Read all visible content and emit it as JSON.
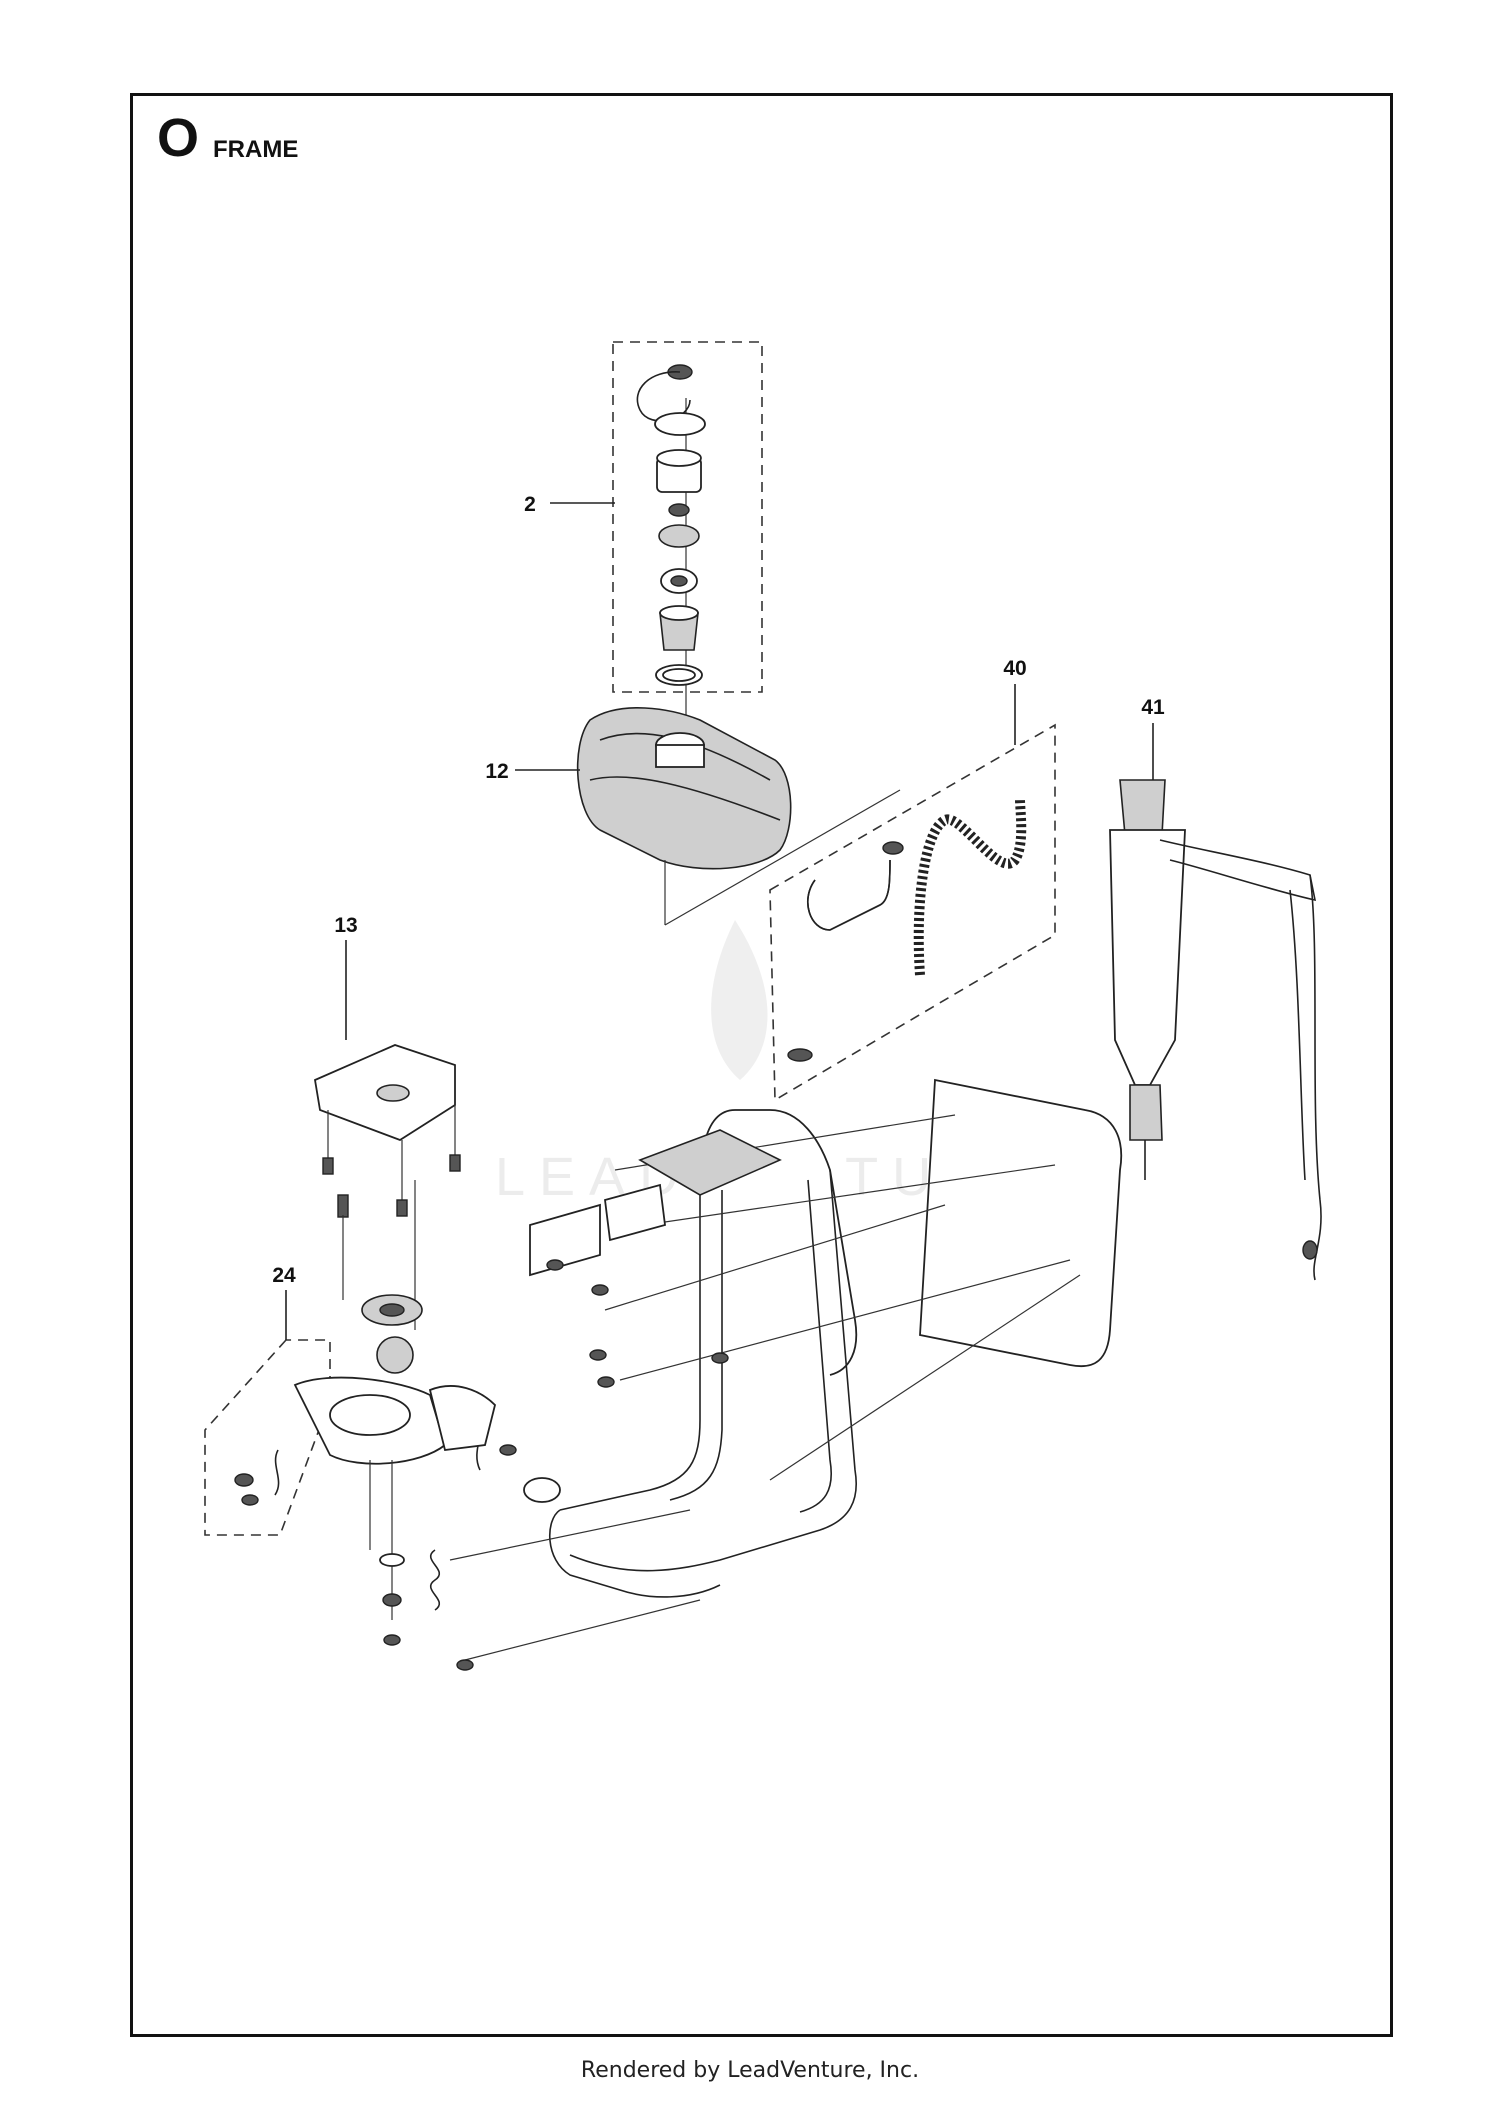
{
  "header": {
    "section_letter": "O",
    "title": "FRAME"
  },
  "callouts": [
    "2",
    "12",
    "13",
    "24",
    "40",
    "41"
  ],
  "watermark": "LEADVENTURE",
  "footer": "Rendered by LeadVenture, Inc."
}
